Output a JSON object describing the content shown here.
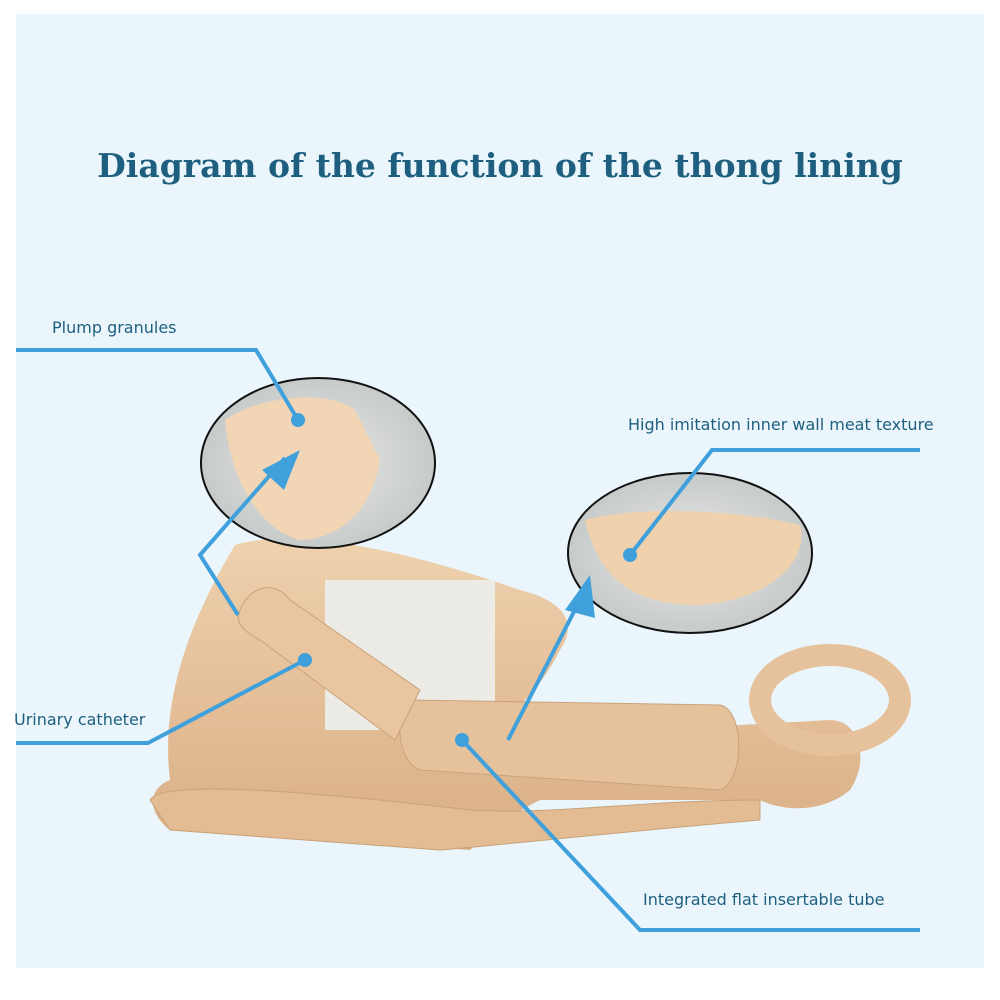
{
  "title": "Diagram of the function of the thong lining",
  "labels": {
    "plump_granules": "Plump granules",
    "inner_wall": "High imitation inner wall meat texture",
    "urinary_catheter": "Urinary catheter",
    "insertable_tube": "Integrated flat insertable tube"
  },
  "colors": {
    "background": "#eaf6fb",
    "text": "#1e5f80",
    "line": "#3fa0dc",
    "product": "#e8c49e"
  }
}
